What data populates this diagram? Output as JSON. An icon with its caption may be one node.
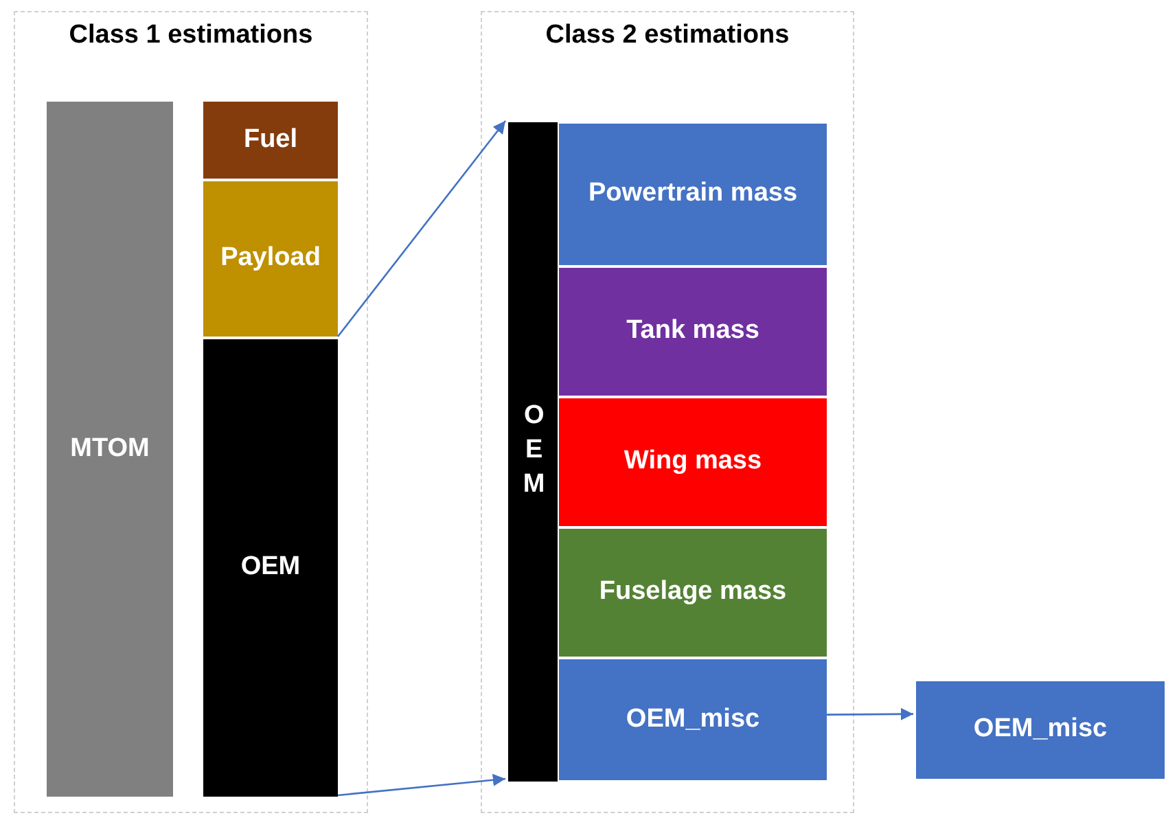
{
  "diagram": {
    "nodes": [
      {
        "text": [
          "Class 1 estimations"
        ]
      },
      {
        "text": [
          "MTOM"
        ],
        "in": 0
      },
      {
        "text": [
          "Fuel"
        ],
        "in": 0
      },
      {
        "text": [
          "Payload"
        ],
        "in": 0
      },
      {
        "text": [
          "OEM"
        ],
        "in": 0
      },
      {
        "text": [
          "Class 2 estimations"
        ]
      },
      {
        "text": [
          "OEM"
        ],
        "in": 5
      },
      {
        "text": [
          "Powertrain mass"
        ],
        "in": 5
      },
      {
        "text": [
          "Tank mass"
        ],
        "in": 5
      },
      {
        "text": [
          "Wing mass"
        ],
        "in": 5
      },
      {
        "text": [
          "Fuselage mass"
        ],
        "in": 5
      },
      {
        "text": [
          "OEM_misc"
        ],
        "in": 5
      },
      {
        "text": [
          "OEM_misc"
        ]
      }
    ],
    "edges": [
      {
        "from": 4,
        "to": 6,
        "arrow": "to"
      },
      {
        "from": 4,
        "to": 6,
        "arrow": "to"
      },
      {
        "from": 11,
        "to": 12,
        "arrow": "to"
      }
    ]
  }
}
